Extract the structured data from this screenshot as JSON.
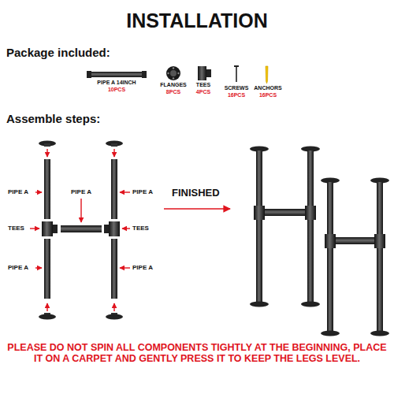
{
  "diagram": {
    "title": "INSTALLATION",
    "labels": [
      "Package included:",
      "PIPE A 14INCH",
      "10PCS",
      "FLANGES",
      "8PCS",
      "TEES",
      "4PCS",
      "SCREWS",
      "16PCS",
      "ANCHORS",
      "16PCS",
      "Assemble steps:",
      "PIPE A",
      "PIPE A",
      "PIPE A",
      "TEES",
      "TEES",
      "PIPE A",
      "PIPE A",
      "FINISHED",
      "PLEASE DO NOT SPIN ALL COMPONENTS TIGHTLY AT THE BEGINNING, PLACE IT ON A CARPET AND GENTLY PRESS IT TO KEEP THE LEGS LEVEL."
    ]
  }
}
